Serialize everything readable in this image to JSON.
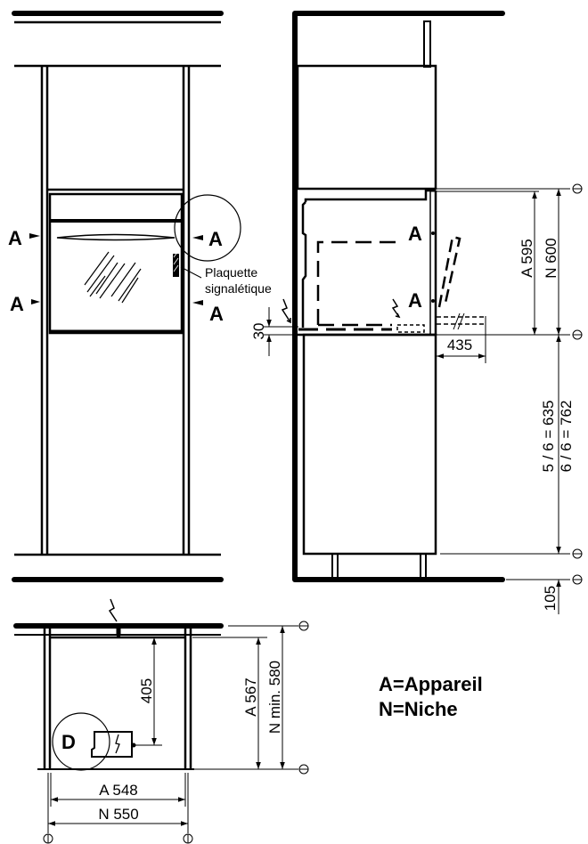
{
  "diagram": {
    "type": "oven installation dimension drawing",
    "colors": {
      "line": "#000000",
      "background": "#ffffff"
    },
    "front_view": {
      "markers": [
        "A",
        "A",
        "A",
        "A"
      ],
      "rating_plate_label_line1": "Plaquette",
      "rating_plate_label_line2": "signalétique"
    },
    "side_view": {
      "markers": [
        "A",
        "A"
      ],
      "dim_30": "30",
      "dim_435": "435",
      "dim_a595": "A 595",
      "dim_n600": "N 600",
      "dim_635": "5 / 6 = 635",
      "dim_762": "6 / 6 = 762",
      "dim_105": "105"
    },
    "top_view": {
      "detail_label": "D",
      "dim_405": "405",
      "dim_a567": "A 567",
      "dim_n580": "N min. 580",
      "dim_a548": "A 548",
      "dim_n550": "N 550"
    },
    "legend": {
      "line1": "A=Appareil",
      "line2": "N=Niche"
    }
  }
}
